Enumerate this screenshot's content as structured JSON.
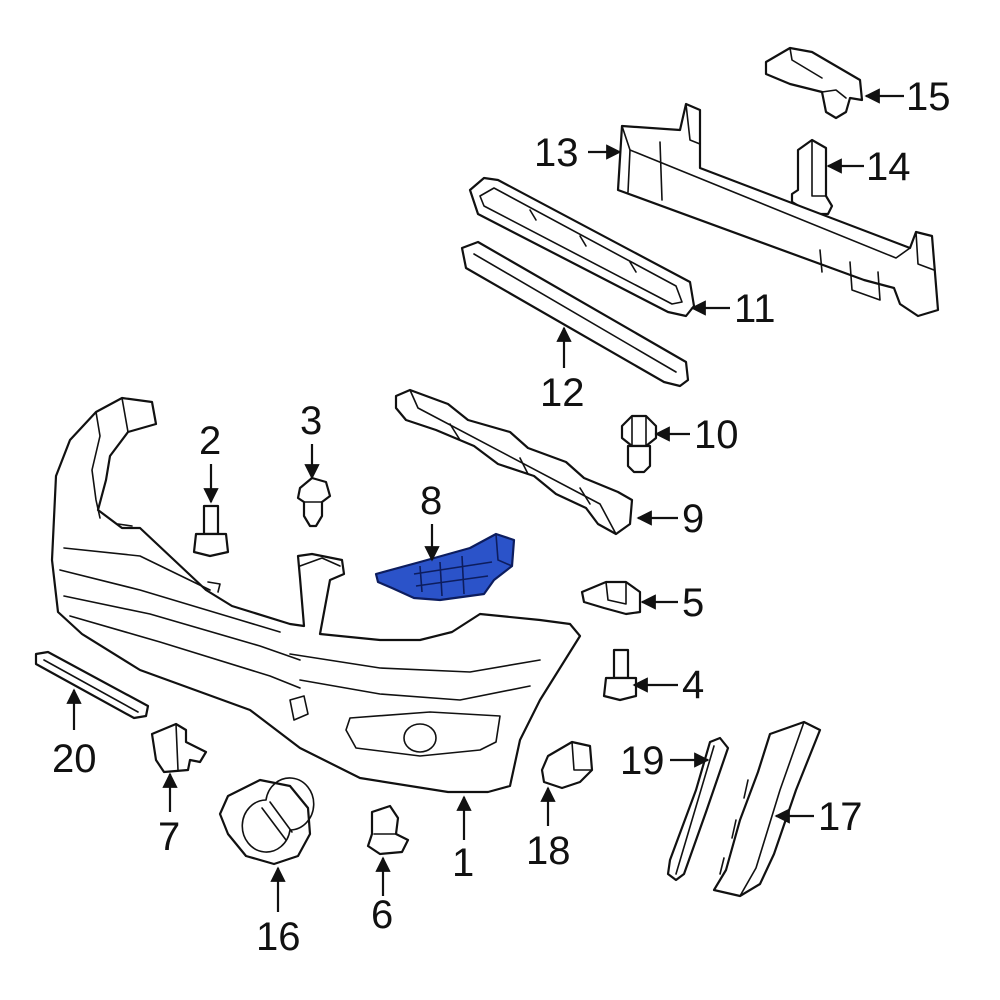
{
  "diagram": {
    "highlight_color": "#2b53c9",
    "callouts": [
      {
        "id": "c1",
        "label": "1"
      },
      {
        "id": "c2",
        "label": "2"
      },
      {
        "id": "c3",
        "label": "3"
      },
      {
        "id": "c4",
        "label": "4"
      },
      {
        "id": "c5",
        "label": "5"
      },
      {
        "id": "c6",
        "label": "6"
      },
      {
        "id": "c7",
        "label": "7"
      },
      {
        "id": "c8",
        "label": "8"
      },
      {
        "id": "c9",
        "label": "9"
      },
      {
        "id": "c10",
        "label": "10"
      },
      {
        "id": "c11",
        "label": "11"
      },
      {
        "id": "c12",
        "label": "12"
      },
      {
        "id": "c13",
        "label": "13"
      },
      {
        "id": "c14",
        "label": "14"
      },
      {
        "id": "c15",
        "label": "15"
      },
      {
        "id": "c16",
        "label": "16"
      },
      {
        "id": "c17",
        "label": "17"
      },
      {
        "id": "c18",
        "label": "18"
      },
      {
        "id": "c19",
        "label": "19"
      },
      {
        "id": "c20",
        "label": "20"
      }
    ]
  }
}
